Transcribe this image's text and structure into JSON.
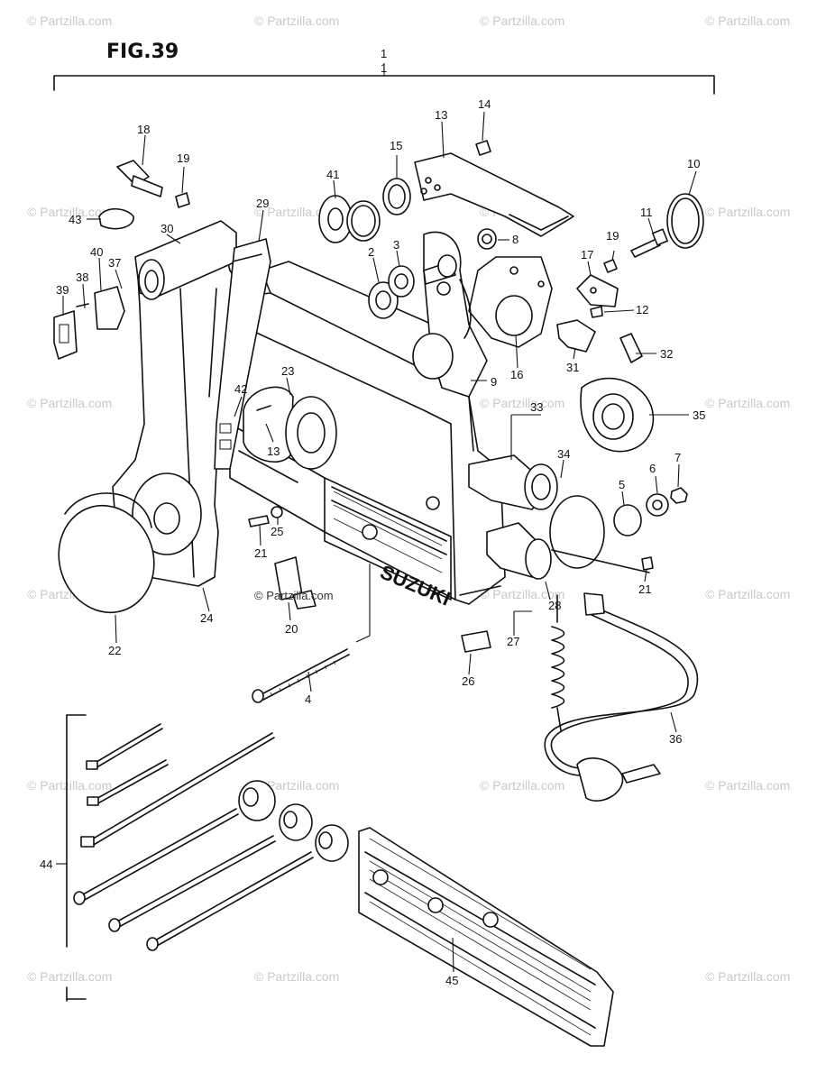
{
  "figure": {
    "title": "FIG.39",
    "assembly_label_top": "1",
    "assembly_label_sub": "1"
  },
  "brand_text": "SUZUKI",
  "watermark": {
    "text": "© Partzilla.com",
    "inline_text": "© Partzilla.com"
  },
  "callouts": {
    "c1": "1",
    "c2": "2",
    "c3": "3",
    "c4": "4",
    "c5": "5",
    "c6": "6",
    "c7": "7",
    "c8": "8",
    "c9": "9",
    "c10": "10",
    "c11": "11",
    "c12": "12",
    "c13a": "13",
    "c13b": "13",
    "c14": "14",
    "c15": "15",
    "c16": "16",
    "c17": "17",
    "c18": "18",
    "c19a": "19",
    "c19b": "19",
    "c20": "20",
    "c21a": "21",
    "c21b": "21",
    "c22": "22",
    "c23": "23",
    "c24": "24",
    "c25": "25",
    "c26": "26",
    "c27": "27",
    "c28": "28",
    "c29": "29",
    "c30": "30",
    "c31": "31",
    "c32": "32",
    "c33": "33",
    "c34": "34",
    "c35": "35",
    "c36": "36",
    "c37": "37",
    "c38": "38",
    "c39": "39",
    "c40": "40",
    "c41": "41",
    "c42": "42",
    "c43": "43",
    "c44": "44",
    "c45": "45"
  }
}
